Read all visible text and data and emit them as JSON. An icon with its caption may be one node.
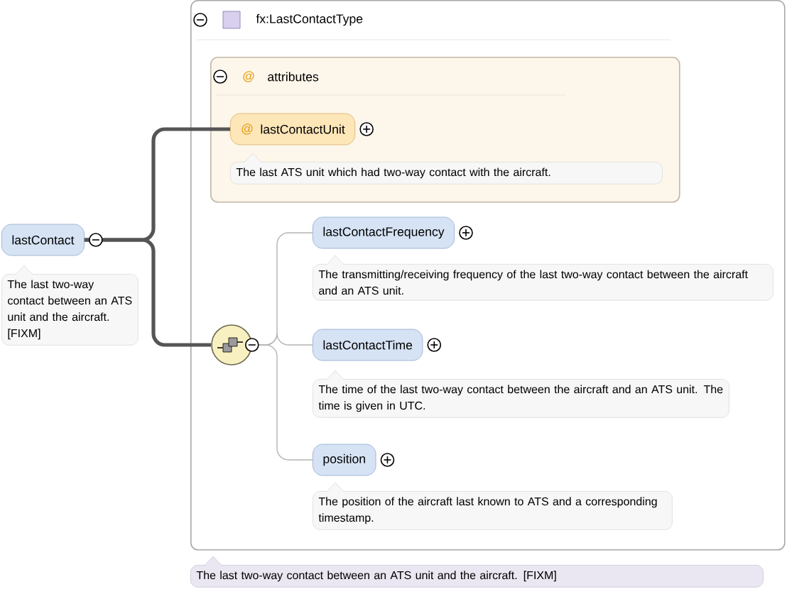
{
  "diagram": {
    "nodes": [
      {
        "text": [
          "lastContact"
        ],
        "beside": [
          "The last two-way contact between an ATS unit and the aircraft. [FIXM]"
        ]
      },
      {
        "text": [
          "fx:LastContactType"
        ],
        "beside": [
          "The last two-way contact between an ATS unit and the aircraft. [FIXM]"
        ]
      },
      {
        "text": [
          "attributes"
        ],
        "in": 1
      },
      {
        "text": [
          "lastContactUnit"
        ],
        "in": 2,
        "beside": [
          "The last ATS unit which had two-way contact with the aircraft."
        ]
      },
      {
        "text": [],
        "shape": "circle",
        "in": 1
      },
      {
        "text": [
          "lastContactFrequency"
        ],
        "in": 1,
        "beside": [
          "The transmitting/receiving frequency of the last two-way contact between the aircraft and an ATS unit."
        ]
      },
      {
        "text": [
          "lastContactTime"
        ],
        "in": 1,
        "beside": [
          "The time of the last two-way contact between the aircraft and an ATS unit. The time is given in UTC."
        ]
      },
      {
        "text": [
          "position"
        ],
        "in": 1,
        "beside": [
          "The position of the aircraft last known to ATS and a corresponding timestamp."
        ]
      }
    ],
    "edges": [
      {
        "from": 0,
        "to": 3,
        "arrow": "none",
        "style": "thick",
        "color": "#555555"
      },
      {
        "from": 0,
        "to": 4,
        "arrow": "none",
        "style": "thick",
        "color": "#555555"
      },
      {
        "from": 4,
        "to": 5,
        "arrow": "none"
      },
      {
        "from": 4,
        "to": 6,
        "arrow": "none"
      },
      {
        "from": 4,
        "to": 7,
        "arrow": "none"
      }
    ],
    "labels": [
      "@",
      "@"
    ]
  }
}
